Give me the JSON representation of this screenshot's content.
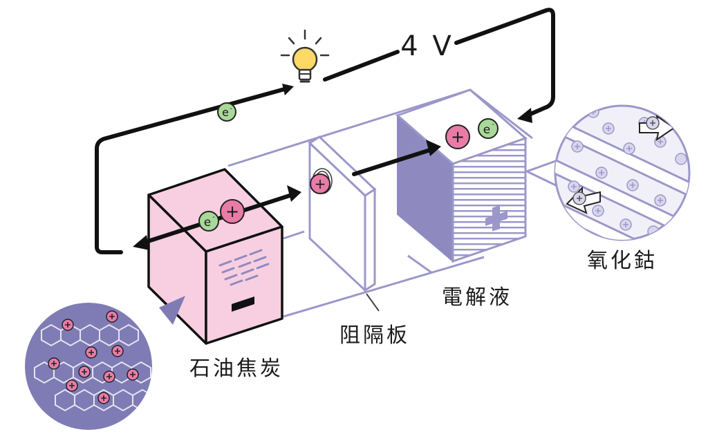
{
  "voltage": "4 V",
  "labels": {
    "anode": "石油焦炭",
    "separator": "阻隔板",
    "electrolyte": "電解液",
    "cathode": "氧化鈷"
  },
  "symbols": {
    "electron": "e",
    "electron_sup": "-",
    "ion": "+",
    "anode_sign": "−",
    "cathode_sign": "+"
  },
  "colors": {
    "anode_fill": "#f7cfe0",
    "cathode_fill": "#a9a6cf",
    "ion_fill": "#e97ba7",
    "electron_fill": "#a9d99a",
    "wire": "#111111",
    "outline": "#9b97c9",
    "zoom_fill": "#7f7bb4",
    "bulb_fill": "#ffd966"
  },
  "icons": [
    "light-bulb-icon",
    "electron-icon",
    "lithium-ion-icon",
    "arrow-icon",
    "magnify-bubble-icon"
  ]
}
